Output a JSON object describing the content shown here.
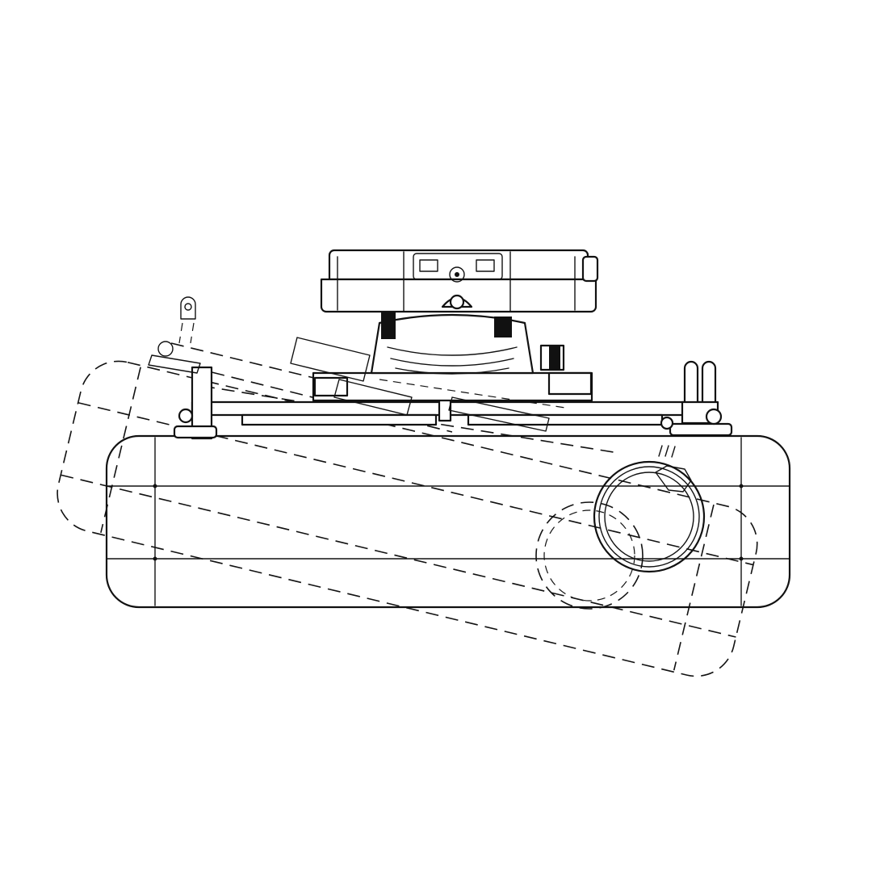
{
  "drawing": {
    "style": "line-art",
    "line_color": "#111111",
    "background": "#ffffff",
    "views": [
      "projector-mount-level-position",
      "projector-mount-tilted-position"
    ]
  }
}
